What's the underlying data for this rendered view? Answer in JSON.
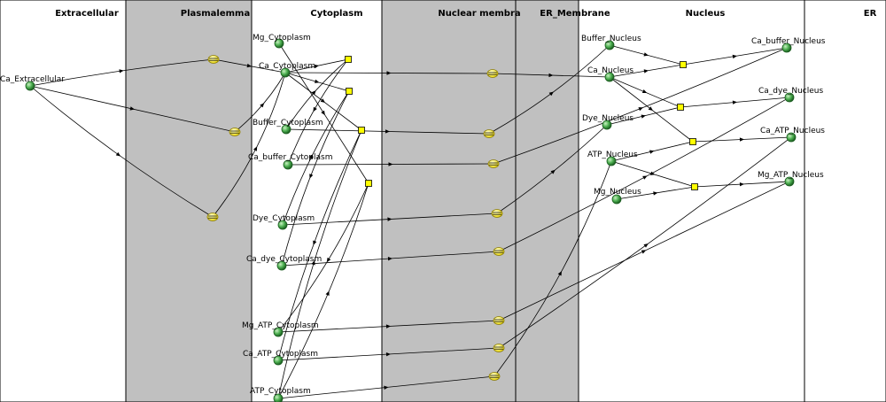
{
  "compartments": [
    {
      "id": "extracellular",
      "title": "Extracellular",
      "shaded": false
    },
    {
      "id": "plasmalemma",
      "title": "Plasmalemma",
      "shaded": true
    },
    {
      "id": "cytoplasm",
      "title": "Cytoplasm",
      "shaded": false
    },
    {
      "id": "nuclear_membrane",
      "title": "Nuclear membra",
      "shaded": true
    },
    {
      "id": "er_membrane",
      "title": "ER_Membrane",
      "shaded": true
    },
    {
      "id": "nucleus",
      "title": "Nucleus",
      "shaded": false
    },
    {
      "id": "er",
      "title": "ER",
      "shaded": false
    }
  ],
  "species": [
    {
      "id": "ca_ext",
      "label": "Ca_Extracellular"
    },
    {
      "id": "mg_cyt",
      "label": "Mg_Cytoplasm"
    },
    {
      "id": "ca_cyt",
      "label": "Ca_Cytoplasm"
    },
    {
      "id": "buf_cyt",
      "label": "Buffer_Cytoplasm"
    },
    {
      "id": "cabuf_cyt",
      "label": "Ca_buffer_Cytoplasm"
    },
    {
      "id": "dye_cyt",
      "label": "Dye_Cytoplasm"
    },
    {
      "id": "cadye_cyt",
      "label": "Ca_dye_Cytoplasm"
    },
    {
      "id": "mgatp_cyt",
      "label": "Mg_ATP_Cytoplasm"
    },
    {
      "id": "caatp_cyt",
      "label": "Ca_ATP_Cytoplasm"
    },
    {
      "id": "atp_cyt",
      "label": "ATP_Cytoplasm"
    },
    {
      "id": "buf_nuc",
      "label": "Buffer_Nucleus"
    },
    {
      "id": "ca_nuc",
      "label": "Ca_Nucleus"
    },
    {
      "id": "dye_nuc",
      "label": "Dye_Nucleus"
    },
    {
      "id": "atp_nuc",
      "label": "ATP_Nucleus"
    },
    {
      "id": "mg_nuc",
      "label": "Mg_Nucleus"
    },
    {
      "id": "cabuf_nuc",
      "label": "Ca_buffer_Nucleus"
    },
    {
      "id": "cadye_nuc",
      "label": "Ca_dye_Nucleus"
    },
    {
      "id": "caatp_nuc",
      "label": "Ca_ATP_Nucleus"
    },
    {
      "id": "mgatp_nuc",
      "label": "Mg_ATP_Nucleus"
    }
  ],
  "fluxes": [
    {
      "id": "flux_pm1"
    },
    {
      "id": "flux_pm2"
    },
    {
      "id": "flux_pm3"
    },
    {
      "id": "flux_nm_ca"
    },
    {
      "id": "flux_nm_buf"
    },
    {
      "id": "flux_nm_cabuf"
    },
    {
      "id": "flux_nm_dye"
    },
    {
      "id": "flux_nm_cadye"
    },
    {
      "id": "flux_nm_mgatp"
    },
    {
      "id": "flux_nm_caatp"
    },
    {
      "id": "flux_nm_atp"
    }
  ],
  "reactions": [
    {
      "id": "rx_cyt_1"
    },
    {
      "id": "rx_cyt_2"
    },
    {
      "id": "rx_cyt_3"
    },
    {
      "id": "rx_cyt_4"
    },
    {
      "id": "rx_nuc_1"
    },
    {
      "id": "rx_nuc_2"
    },
    {
      "id": "rx_nuc_3"
    },
    {
      "id": "rx_nuc_4"
    }
  ],
  "colors": {
    "membrane_fill": "#c0c0c0",
    "species_fill": "#4caf50",
    "species_stroke": "#1b5e20",
    "reaction_fill": "#ffff00",
    "flux_fill": "#ffff33",
    "edge": "#000000"
  }
}
